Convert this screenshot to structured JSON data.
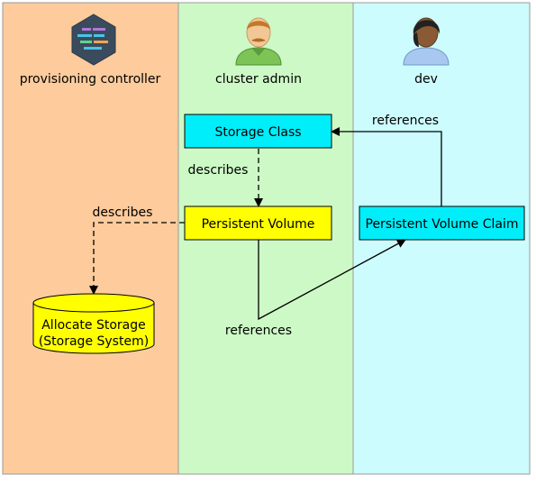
{
  "colors": {
    "lane_provisioning": "#fdcb9c",
    "lane_admin": "#cdf9c6",
    "lane_dev": "#ccfcfd",
    "lane_border": "#9a9a9a",
    "storage_class_fill": "#00eefa",
    "persistent_volume_fill": "#ffff00",
    "pvc_fill": "#00eefa",
    "cylinder_fill": "#ffff00"
  },
  "lanes": {
    "provisioning": {
      "label": "provisioning controller",
      "icon": "code-editor-icon"
    },
    "admin": {
      "label": "cluster admin",
      "icon": "admin-person-icon"
    },
    "dev": {
      "label": "dev",
      "icon": "dev-person-icon"
    }
  },
  "nodes": {
    "storage_class": "Storage Class",
    "persistent_volume": "Persistent Volume",
    "pvc": "Persistent Volume Claim",
    "storage_line1": "Allocate Storage",
    "storage_line2": "(Storage System)"
  },
  "edges": {
    "pvc_to_sc": "references",
    "sc_to_pv": "describes",
    "pv_to_storage": "describes",
    "pv_to_pvc": "references"
  }
}
